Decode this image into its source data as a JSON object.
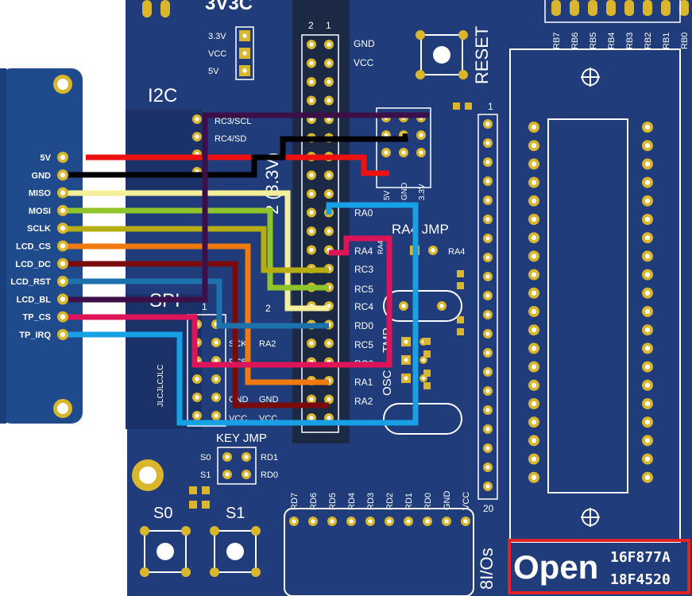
{
  "colors": {
    "board": "#203c7b",
    "board_dark": "#1a3268",
    "lcd_module": "#1f4a8c",
    "pad_gold": "#d9b62c",
    "header_black": "#1a1a1a",
    "silk": "#ffffff",
    "highlight_box": "#e02424"
  },
  "lcd_pins": [
    {
      "label": "5V",
      "wire_color": "#ee1111"
    },
    {
      "label": "GND",
      "wire_color": "#000000"
    },
    {
      "label": "MISO",
      "wire_color": "#f6ef9a"
    },
    {
      "label": "MOSI",
      "wire_color": "#8fc42a"
    },
    {
      "label": "SCLK",
      "wire_color": "#b5ad12"
    },
    {
      "label": "LCD_CS",
      "wire_color": "#f07a10"
    },
    {
      "label": "LCD_DC",
      "wire_color": "#7a0b0b"
    },
    {
      "label": "LCD_RST",
      "wire_color": "#1d71ad"
    },
    {
      "label": "LCD_BL",
      "wire_color": "#3d0f48"
    },
    {
      "label": "TP_CS",
      "wire_color": "#de1458"
    },
    {
      "label": "TP_IRQ",
      "wire_color": "#17a1e4"
    }
  ],
  "silkscreen": {
    "top_cut": "3V3C",
    "power_labels": [
      "3.3V",
      "VCC",
      "5V"
    ],
    "header_cols": [
      "2",
      "1"
    ],
    "gnd": "GND",
    "vcc": "VCC",
    "reset": "RESET",
    "i2c": "I2C",
    "i2c_vertical": "2 (3.3V)",
    "rc3_scl": "RC3/SCL",
    "rc4_sda": "RC4/SD",
    "power_pins": [
      "5V",
      "GND",
      "3.3V"
    ],
    "one_mark": "1",
    "port_right": [
      "RA0",
      "RA4",
      "RC3",
      "RC5",
      "RC4",
      "RD0",
      "RC5",
      "RC6",
      "RA1",
      "RA2"
    ],
    "ra_jmp": "RA4 JMP",
    "ra4_side": "RA4",
    "ra4_small": "RA4",
    "osc": "OSC",
    "tmp": "TMP",
    "spi": "SPI",
    "spi_cols": [
      "1",
      "2"
    ],
    "spi_labels": [
      "RA2",
      "GND",
      "VCC"
    ],
    "jlc_text": "JLCJLCJLC",
    "key_jmp": "KEY JMP",
    "key_rows": [
      {
        "left": "S0",
        "right": "RD1"
      },
      {
        "left": "S1",
        "right": "RD0"
      }
    ],
    "s0": "S0",
    "s1": "S1",
    "bottom_header": [
      "RD7",
      "RD6",
      "RD5",
      "RD4",
      "RD3",
      "RD2",
      "RD1",
      "RD0",
      "GND",
      "VCC"
    ],
    "ios": "8I/Os",
    "twenty": "20",
    "rb_header": [
      "RB7",
      "RB6",
      "RB5",
      "RB4",
      "RB3",
      "RB2",
      "RB1",
      "RB0"
    ],
    "open_text": "Open",
    "chip_1": "16F877A",
    "chip_2": "18F4520"
  }
}
